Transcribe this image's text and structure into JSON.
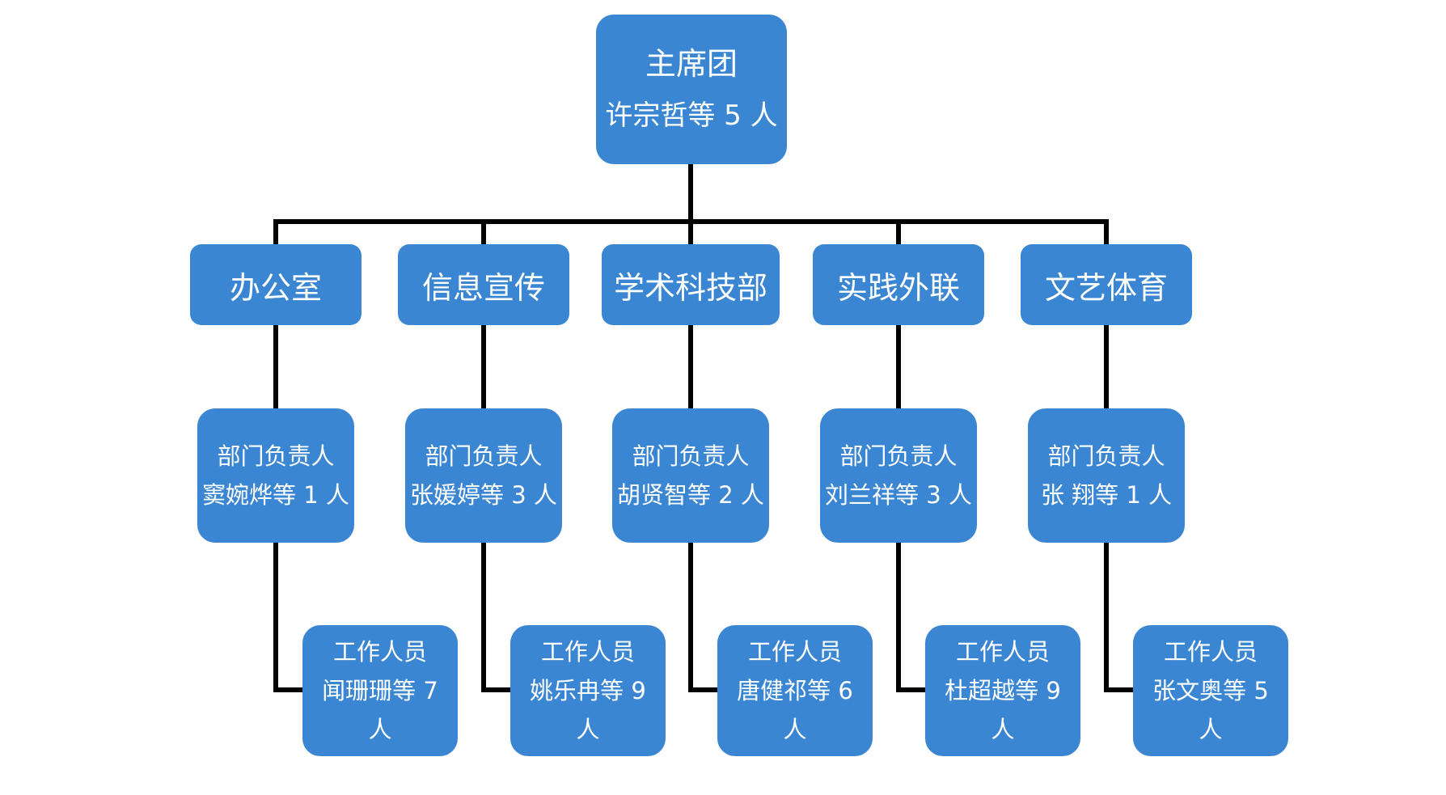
{
  "colors": {
    "box": "#3a86d2",
    "text": "#ffffff",
    "line": "#000000"
  },
  "root": {
    "title": "主席团",
    "sub": "许宗哲等 5 人"
  },
  "departments": [
    {
      "name": "办公室",
      "lead_label": "部门负责人",
      "lead_value": "窦婉烨等 1 人",
      "staff_label": "工作人员",
      "staff_value": "闻珊珊等 7 人"
    },
    {
      "name": "信息宣传",
      "lead_label": "部门负责人",
      "lead_value": "张媛婷等 3 人",
      "staff_label": "工作人员",
      "staff_value": "姚乐冉等 9 人"
    },
    {
      "name": "学术科技部",
      "lead_label": "部门负责人",
      "lead_value": "胡贤智等 2 人",
      "staff_label": "工作人员",
      "staff_value": "唐健祁等 6 人"
    },
    {
      "name": "实践外联",
      "lead_label": "部门负责人",
      "lead_value": "刘兰祥等 3 人",
      "staff_label": "工作人员",
      "staff_value": "杜超越等 9 人"
    },
    {
      "name": "文艺体育",
      "lead_label": "部门负责人",
      "lead_value": "张 翔等 1 人",
      "staff_label": "工作人员",
      "staff_value": "张文奥等 5 人"
    }
  ]
}
